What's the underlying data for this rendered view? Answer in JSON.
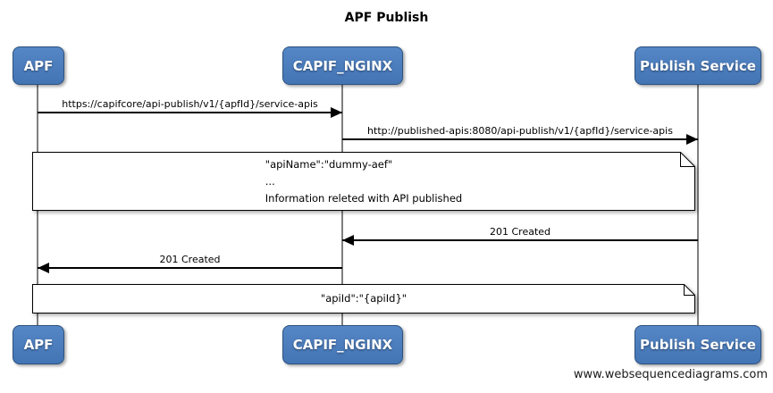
{
  "title": "APF Publish",
  "actors": [
    {
      "id": "apf",
      "label": "APF"
    },
    {
      "id": "capif-nginx",
      "label": "CAPIF_NGINX"
    },
    {
      "id": "publish-service",
      "label": "Publish Service"
    }
  ],
  "messages": [
    {
      "from": "APF",
      "to": "CAPIF_NGINX",
      "direction": "right",
      "label": "https://capifcore/api-publish/v1/{apfId}/service-apis"
    },
    {
      "from": "CAPIF_NGINX",
      "to": "Publish Service",
      "direction": "right",
      "label": "http://published-apis:8080/api-publish/v1/{apfId}/service-apis"
    },
    {
      "from": "Publish Service",
      "to": "CAPIF_NGINX",
      "direction": "left",
      "label": "201 Created"
    },
    {
      "from": "CAPIF_NGINX",
      "to": "APF",
      "direction": "left",
      "label": "201 Created"
    }
  ],
  "notes": [
    {
      "lines": [
        "\"apiName\":\"dummy-aef\"",
        "...",
        "Information releted with API published"
      ]
    },
    {
      "lines": [
        "\"apiId\":\"{apiId}\""
      ]
    }
  ],
  "footer": "www.websequencediagrams.com",
  "colors": {
    "actor_fill": "#4b7dbc",
    "actor_border": "#2d527e",
    "actor_text": "#ffffff",
    "lifeline": "#7f7f7f",
    "arrow": "#000000",
    "note_fill": "#ffffff",
    "note_border": "#000000",
    "background": "#ffffff"
  }
}
